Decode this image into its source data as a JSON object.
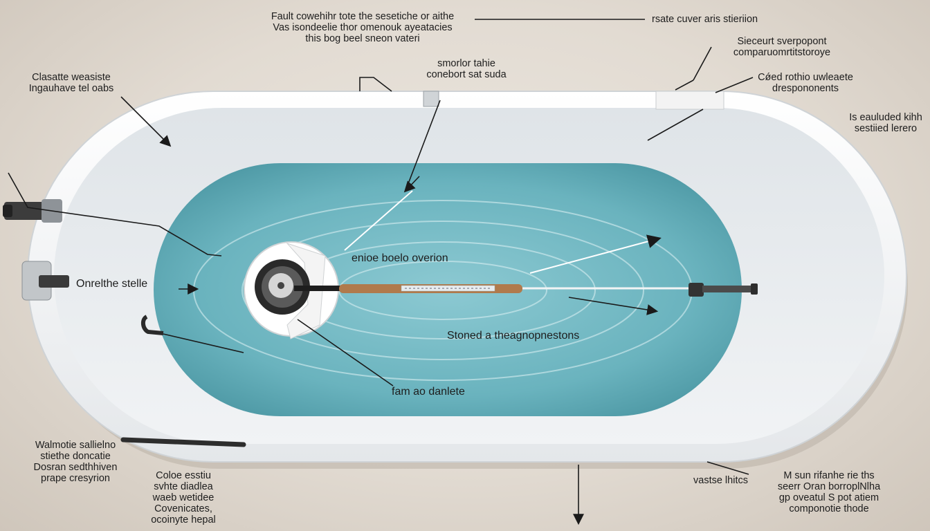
{
  "labels": {
    "top_center": "Fault cowehihr tote the sesetiche or aithe\nVas isondeelie thor omenouk ayeatacies\nthis bog beel sneon vateri",
    "top_right": "rsate cuver aris stieriion",
    "right_1": "Sieceurt sverpopont\ncomparuomrtitstoroye",
    "right_2": "Cǿed rothio uwleaete\ndrespononents",
    "right_3": "Is eauluded kihh\nsestiied lerero",
    "mid_top": "smorlor tahie\nconebort sat suda",
    "left_top": "Clasatte weasiste\nIngauhave tel oabs",
    "left_mid": "Onrelthe stelle",
    "center_1": "enioe boelo overion",
    "center_2": "Stoned a theagnopnestons",
    "center_3": "fam ao danlete",
    "bottom_left_1": "Walmotie sallielno\nstiethe doncatie\nDosran sedthhiven\nprape cresyrion",
    "bottom_left_2": "Coloe esstiu\nsvhte diadlea\nwaeb wetidee\nCovenicates,\nocoinyte hepal",
    "bottom_right_1": "vastse lhitcs",
    "bottom_right_2": "M sun rifanhe rie ths\nseerr Oran borroplNlha\ngp oveatul S pot atiem\ncomponotie thode"
  },
  "colors": {
    "background": "#e2dbd2",
    "tub_rim": "#f7f7f7",
    "tub_inner": "#e9eef1",
    "water": "#69b2bd",
    "drain_rod": "#b07a4c",
    "pointer": "#1a1a1a"
  },
  "icons": {
    "faucet": "faucet-icon",
    "overflow_plate": "overflow-plate-icon",
    "drain": "drain-stopper-icon",
    "rod_handle": "drain-rod-handle-icon",
    "overflow_valve": "overflow-valve-icon",
    "hook": "hose-hook-icon"
  }
}
